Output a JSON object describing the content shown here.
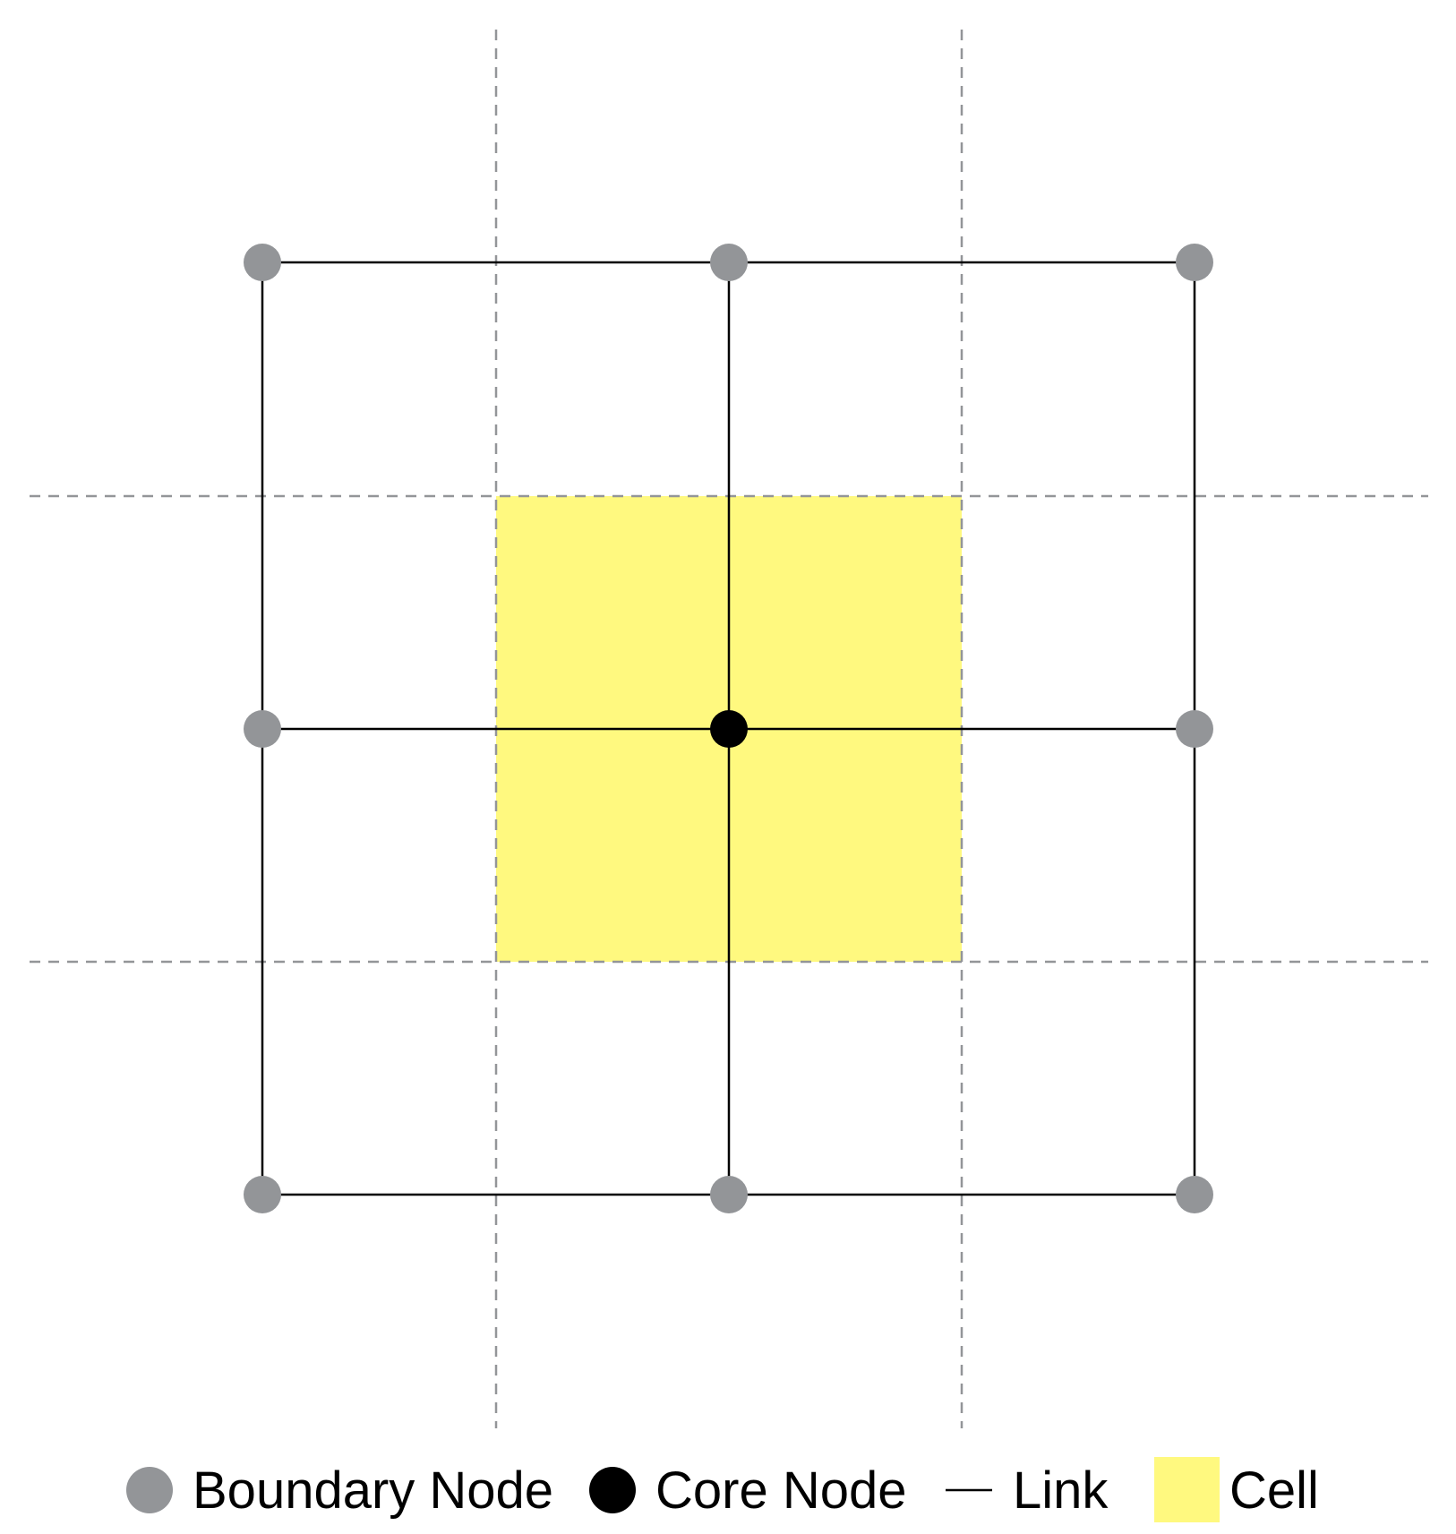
{
  "grid": {
    "rows": 3,
    "cols": 3,
    "core_node": [
      1,
      1
    ],
    "cell": "around core node"
  },
  "colors": {
    "boundary_node": "#939598",
    "core_node": "#000000",
    "link": "#000000",
    "cell_fill": "#fff97f",
    "cell_boundary": "#939598"
  },
  "legend": {
    "boundary_node": "Boundary Node",
    "core_node": "Core Node",
    "link": "Link",
    "cell": "Cell"
  }
}
